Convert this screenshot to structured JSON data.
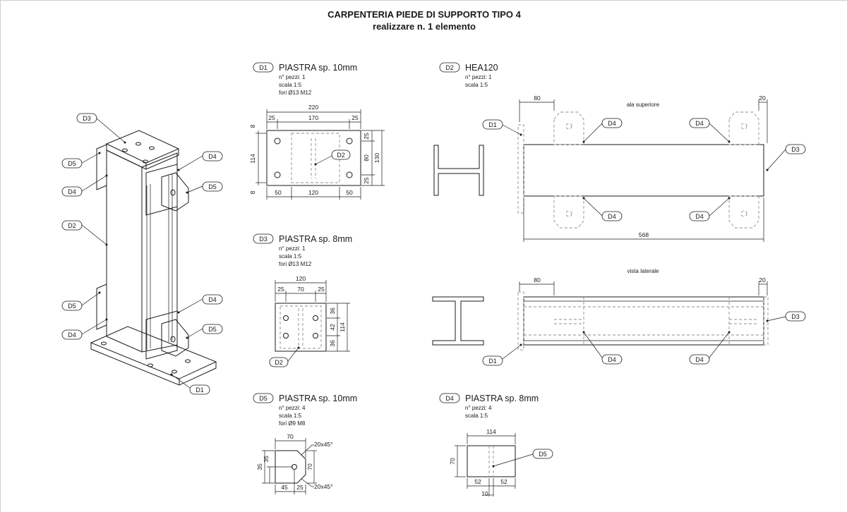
{
  "title": {
    "line1": "CARPENTERIA PIEDE DI SUPPORTO TIPO 4",
    "line2": "realizzare n. 1 elemento"
  },
  "iso_labels": {
    "d3": "D3",
    "d5a": "D5",
    "d4a": "D4",
    "d2": "D2",
    "d5b": "D5",
    "d4b": "D4",
    "d4c": "D4",
    "d5c": "D5",
    "d4d": "D4",
    "d5d": "D5",
    "d1": "D1"
  },
  "d1": {
    "tag": "D1",
    "title": "PIASTRA sp. 10mm",
    "notes": [
      "n° pezzi: 1",
      "scala 1:5",
      "fori Ø13 M12"
    ],
    "dims": {
      "total_w": "220",
      "left": "25",
      "mid": "170",
      "right": "25",
      "left_top": "8",
      "left_mid": "114",
      "left_bot": "8",
      "right_a": "25",
      "right_b": "80",
      "right_c": "25",
      "height": "130",
      "bot_l": "50",
      "bot_m": "120",
      "bot_r": "50"
    },
    "callout": "D2"
  },
  "d3": {
    "tag": "D3",
    "title": "PIASTRA sp. 8mm",
    "notes": [
      "n° pezzi: 1",
      "scala 1:5",
      "fori Ø13 M12"
    ],
    "dims": {
      "total_w": "120",
      "a": "25",
      "b": "70",
      "c": "25",
      "r1": "36",
      "r2": "42",
      "r3": "36",
      "height": "114"
    },
    "callout": "D2"
  },
  "d5": {
    "tag": "D5",
    "title": "PIASTRA sp. 10mm",
    "notes": [
      "n° pezzi: 4",
      "scala 1:5",
      "fori Ø9 M8"
    ],
    "dims": {
      "width": "70",
      "chamfer_top": "20x45°",
      "left_outer": "35",
      "left_inner": "35",
      "right": "70",
      "bot_l": "45",
      "bot_r": "25",
      "chamfer_bot": "20x45°"
    }
  },
  "d2": {
    "tag": "D2",
    "title": "HEA120",
    "notes": [
      "n° pezzi: 1",
      "scala 1:5"
    ],
    "top_view": {
      "label": "ala superiore",
      "dim_left": "80",
      "dim_right": "20",
      "length": "568",
      "callouts": [
        "D1",
        "D4",
        "D4",
        "D3",
        "D4",
        "D4"
      ]
    },
    "side_view": {
      "label": "vista laterale",
      "dim_left": "80",
      "dim_right": "20",
      "callouts": [
        "D3",
        "D1",
        "D4",
        "D4"
      ]
    }
  },
  "d4": {
    "tag": "D4",
    "title": "PIASTRA sp. 8mm",
    "notes": [
      "n° pezzi: 4",
      "scala 1:5"
    ],
    "dims": {
      "width": "114",
      "height": "70",
      "left": "52",
      "right": "52",
      "gap": "10"
    },
    "callout": "D5"
  }
}
